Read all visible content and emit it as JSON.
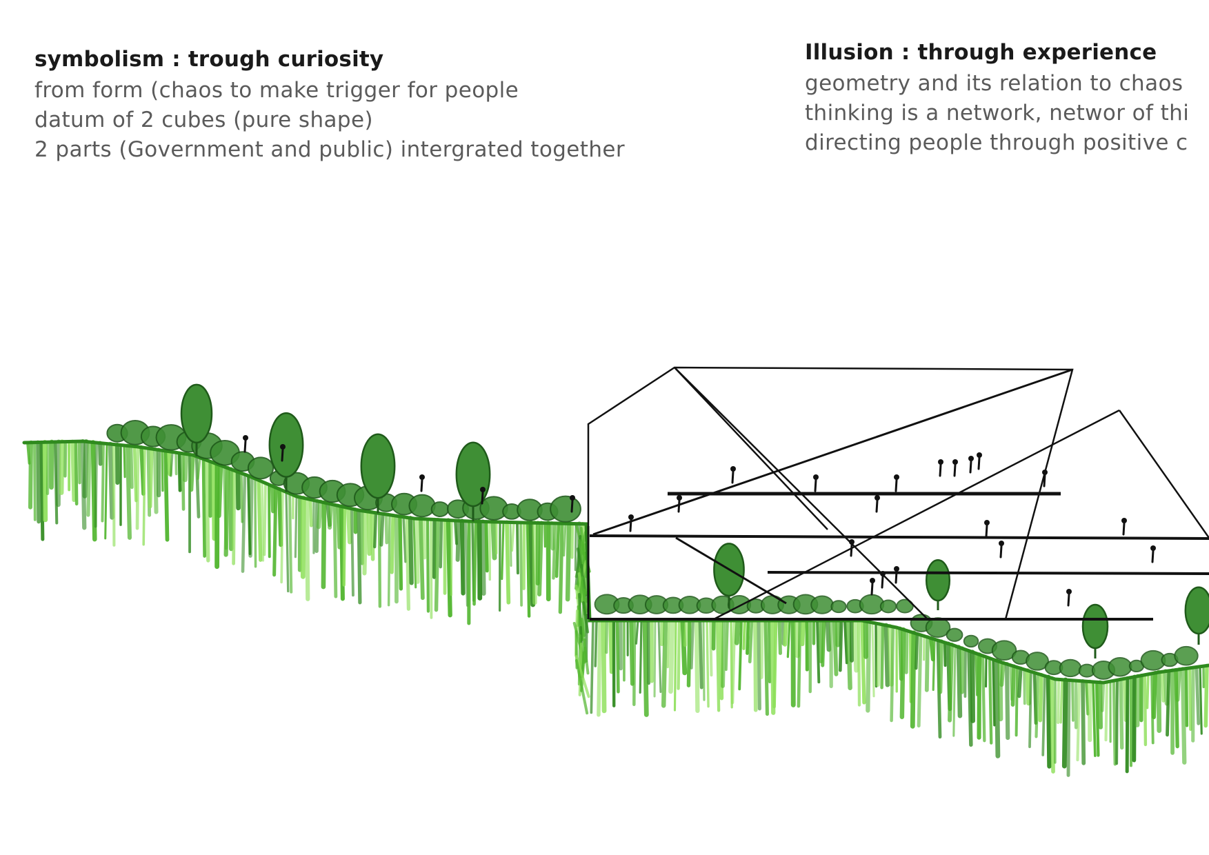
{
  "blocks": {
    "symbolism": {
      "heading": "symbolism : trough curiosity",
      "lines": [
        "from form (chaos to make trigger for people",
        "datum of 2 cubes (pure shape)",
        "2 parts (Government and public) intergrated together"
      ]
    },
    "illusion": {
      "heading": "Illusion : through experience",
      "lines": [
        "geometry and its relation to chaos",
        "thinking is a network, networ of thi",
        "directing people through positive c"
      ]
    }
  },
  "colors": {
    "grass_dark": "#2f8a1e",
    "grass_mid": "#4fb52c",
    "grass_light": "#8ee05a",
    "tree": "#3f8f35",
    "tree_dark": "#1f5a1a",
    "line": "#111111",
    "soil": "#5a3a1e"
  }
}
